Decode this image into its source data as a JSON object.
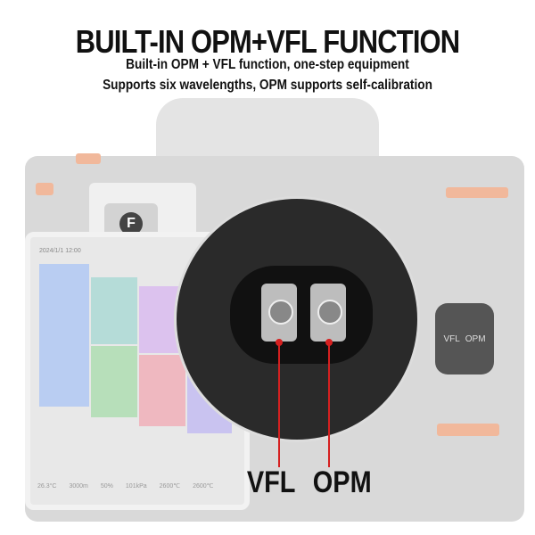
{
  "header": {
    "title": "BUILT-IN OPM+VFL FUNCTION",
    "line1": "Built-in OPM + VFL function, one-step equipment",
    "line2": "Supports six wavelengths, OPM supports self-calibration"
  },
  "device": {
    "logo": "F",
    "screen": {
      "date": "2024/1/1 12:00",
      "tiles": [
        {
          "color": "#b9cdf2"
        },
        {
          "color": "#b5dcd8"
        },
        {
          "color": "#dcc2ee"
        },
        {
          "color": "#b7dfba"
        },
        {
          "color": "#efb8c0"
        },
        {
          "color": "#c9c3f0"
        }
      ],
      "status": [
        "26.3°C",
        "3000m",
        "50%",
        "101kPa",
        "2600℃",
        "2600℃"
      ]
    },
    "side_port": {
      "left": "VFL",
      "right": "OPM"
    }
  },
  "callouts": {
    "vfl": "VFL",
    "opm": "OPM",
    "line_color": "#d62020"
  }
}
